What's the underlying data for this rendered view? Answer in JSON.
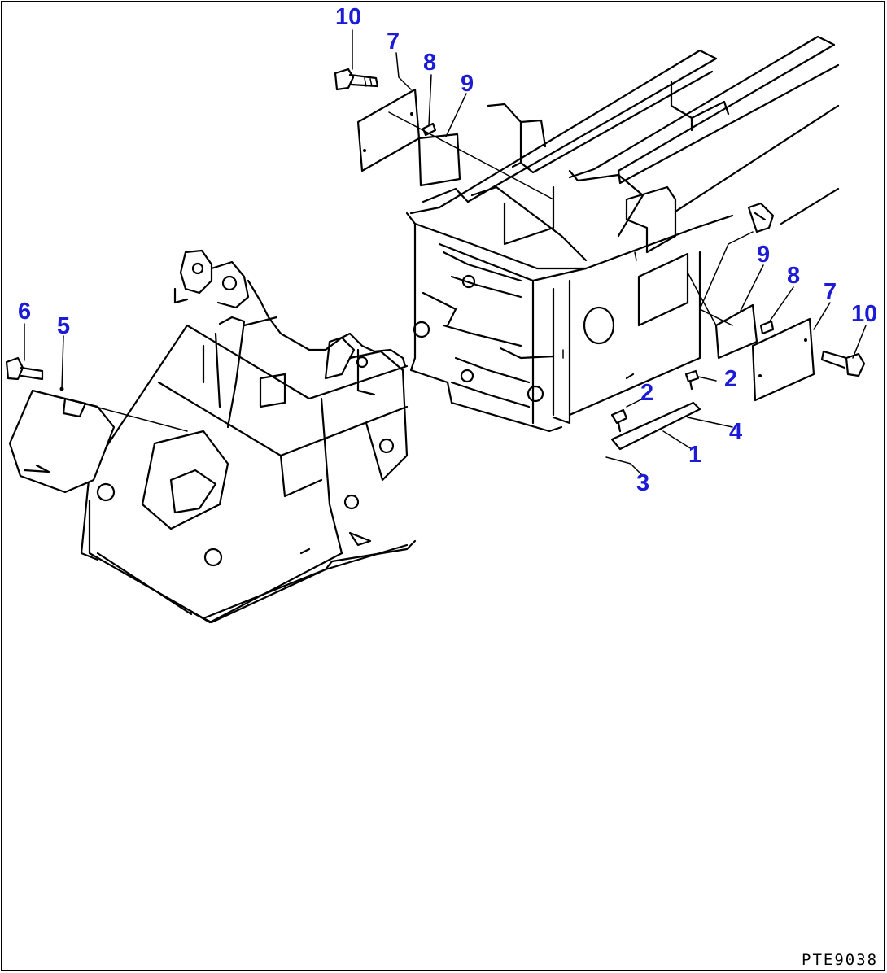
{
  "drawing": {
    "doc_id": "PTE9038"
  },
  "callouts": [
    {
      "id": "c10a",
      "text": "10"
    },
    {
      "id": "c7a",
      "text": "7"
    },
    {
      "id": "c8a",
      "text": "8"
    },
    {
      "id": "c9a",
      "text": "9"
    },
    {
      "id": "c6",
      "text": "6"
    },
    {
      "id": "c5",
      "text": "5"
    },
    {
      "id": "c9b",
      "text": "9"
    },
    {
      "id": "c8b",
      "text": "8"
    },
    {
      "id": "c7b",
      "text": "7"
    },
    {
      "id": "c10b",
      "text": "10"
    },
    {
      "id": "c2a",
      "text": "2"
    },
    {
      "id": "c2b",
      "text": "2"
    },
    {
      "id": "c4",
      "text": "4"
    },
    {
      "id": "c1",
      "text": "1"
    },
    {
      "id": "c3",
      "text": "3"
    }
  ],
  "colors": {
    "callout": "#1c1cd6",
    "line": "#000000",
    "background": "#ffffff"
  }
}
